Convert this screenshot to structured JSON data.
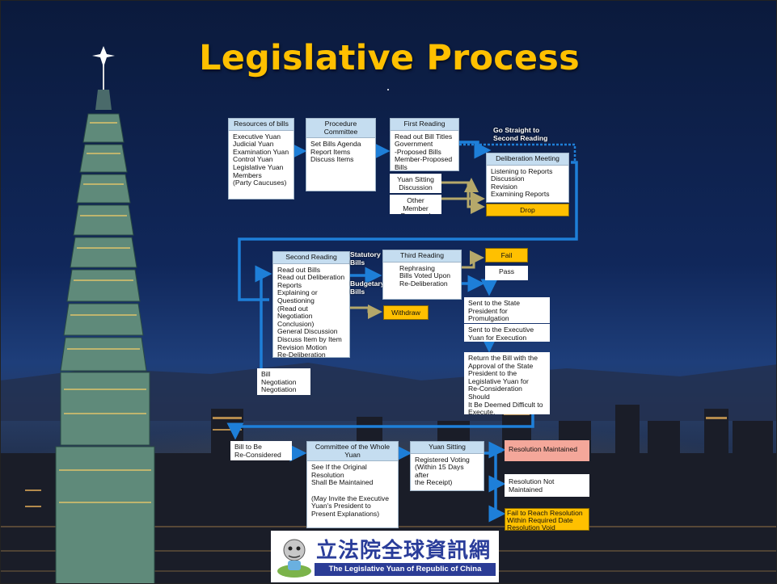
{
  "title": "Legislative Process",
  "labels": {
    "go_straight": "Go Straight to\nSecond Reading",
    "statutory_bills": "Statutory\nBills",
    "budgetary_bills": "Budgetary\nBills"
  },
  "boxes": {
    "resources": {
      "header": "Resources of bills",
      "body": "Executive Yuan\nJudicial Yuan\nExamination Yuan\nControl Yuan\nLegislative Yuan\nMembers\n(Party Caucuses)"
    },
    "procedure": {
      "header": "Procedure Committee",
      "body": "Set Bills Agenda\nReport Items\nDiscuss Items"
    },
    "first_reading": {
      "header": "First Reading",
      "body": "Read out Bill Titles\nGovernment\n-Proposed Bills\nMember-Proposed\nBills"
    },
    "yuan_sitting_discussion": "Yuan Sitting\nDiscussion",
    "other_member": "Other Member\nProposed Bills",
    "deliberation": {
      "header": "Deliberation Meeting",
      "body": "Listening to Reports\nDiscussion\nRevision\nExamining Reports"
    },
    "drop": "Drop",
    "second_reading": {
      "header": "Second Reading",
      "body": "Read out Bills\nRead out Deliberation\nReports\nExplaining or\nQuestioning\n(Read out\nNegotiation\nConclusion)\nGeneral Discussion\nDiscuss Item by Item\nRevision Motion\nRe-Deliberation"
    },
    "third_reading": {
      "header": "Third Reading",
      "body": "Rephrasing\nBills Voted Upon\nRe-Deliberation"
    },
    "fail": "Fail",
    "pass": "Pass",
    "withdraw": "Withdraw",
    "bill_negotiation": "Bill Negotiation\nNegotiation\nConclusion",
    "sent_president": "Sent to the State\nPresident for\nPromulgation",
    "sent_executive": "Sent to the Executive\nYuan for Execution",
    "return_bill": "Return the Bill with the\nApproval of the State\nPresident to the\nLegislative Yuan for\nRe-Consideration Should\nIt Be Deemed Difficult to\nExecute.",
    "bill_reconsidered": "Bill to Be\nRe-Considered",
    "committee_whole": {
      "header": "Committee of the\nWhole Yuan",
      "body": "See If the Original\nResolution\nShall Be Maintained\n\n(May Invite the Executive\nYuan's President to\nPresent Explanations)"
    },
    "yuan_sitting": {
      "header": "Yuan Sitting",
      "body": "Registered Voting\n(Within 15 Days after\nthe Receipt)"
    },
    "resolution_maintained": "Resolution Maintained",
    "resolution_not_maintained": "Resolution Not\nMaintained",
    "fail_resolution": "Fail to Reach Resolution\nWithin Required Date\nResolution Void"
  },
  "logo": {
    "chinese": "立法院全球資訊網",
    "english": "The Legislative Yuan of Republic of China"
  },
  "colors": {
    "title": "#ffc000",
    "arrow": "#1e7fd8",
    "olive_arrow": "#b5a86a",
    "orange": "#ffc000",
    "header": "#c5ddf0",
    "salmon": "#f4a79a"
  }
}
